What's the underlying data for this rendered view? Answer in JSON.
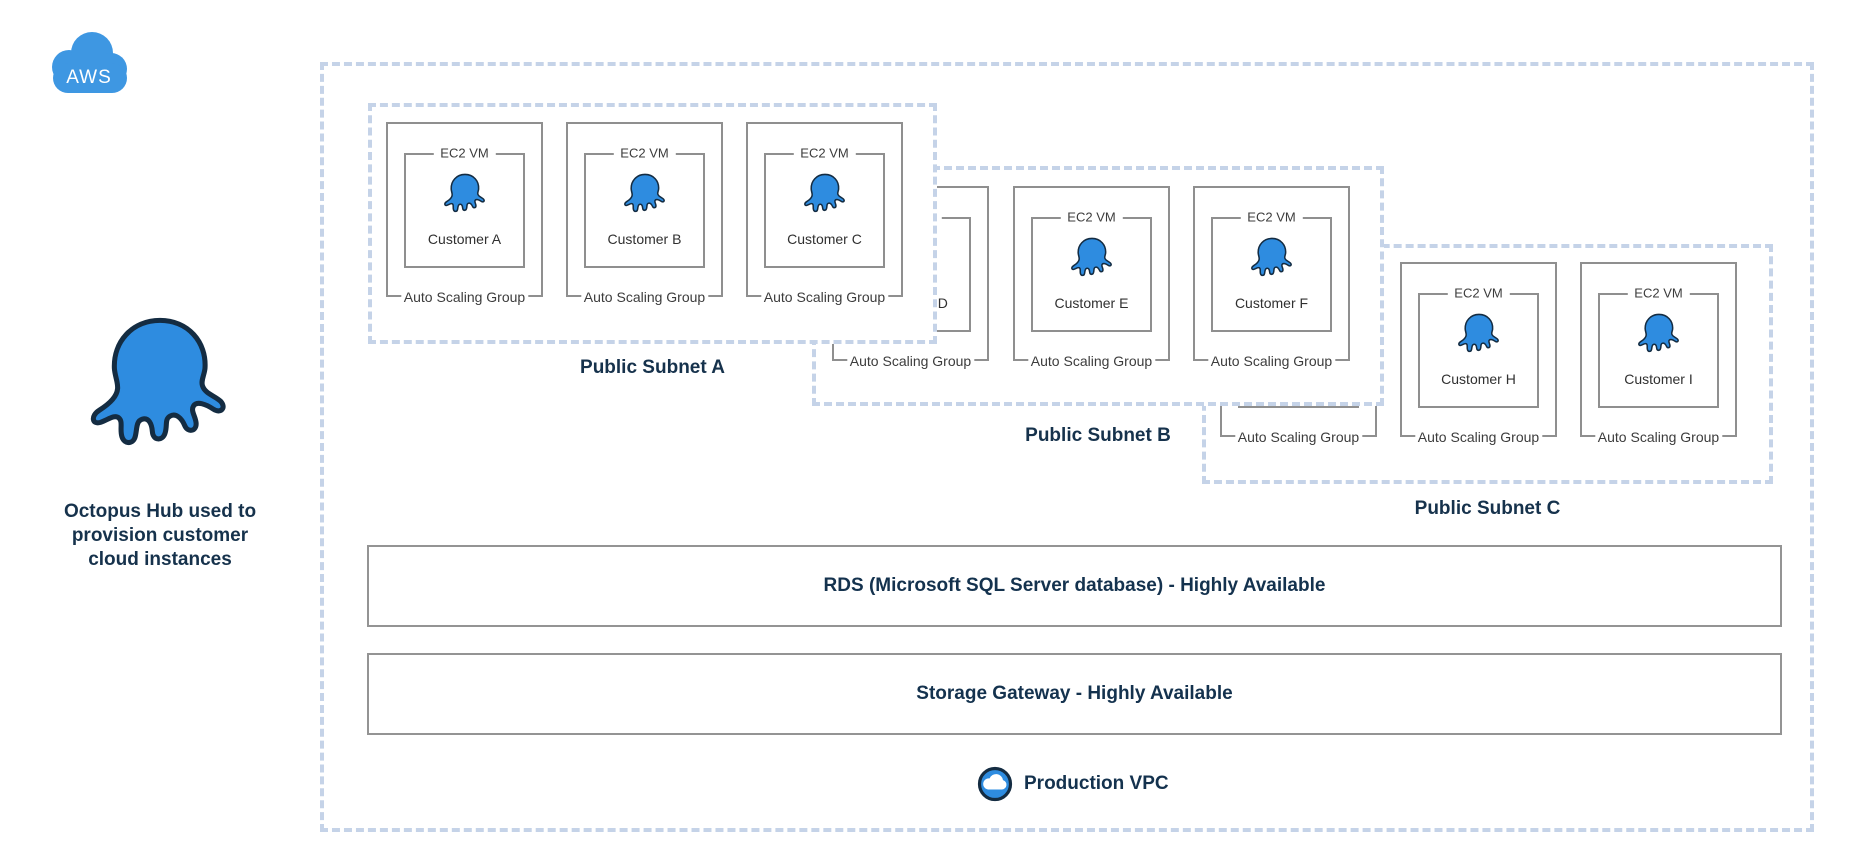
{
  "colors": {
    "octopus_blue": "#2e8ce0",
    "outline_navy": "#142c42",
    "heading_navy": "#16324c",
    "dash_blue": "#c5d3e8",
    "border_gray": "#8f8f8f",
    "label_gray": "#3c3c3c",
    "aws_blue": "#3e97e2"
  },
  "aws_badge": {
    "label": "AWS"
  },
  "hub": {
    "caption": [
      "Octopus Hub used to",
      "provision customer",
      "cloud instances"
    ]
  },
  "labels": {
    "ec2_vm": "EC2 VM",
    "auto_scaling_group": "Auto Scaling Group"
  },
  "vpc": {
    "label": "Production VPC",
    "subnets": [
      {
        "label": "Public Subnet A",
        "customers": [
          "Customer A",
          "Customer B",
          "Customer C"
        ]
      },
      {
        "label": "Public Subnet B",
        "customers": [
          "Customer D",
          "Customer E",
          "Customer F"
        ]
      },
      {
        "label": "Public Subnet C",
        "customers": [
          "",
          "Customer H",
          "Customer I"
        ]
      }
    ],
    "services": [
      {
        "label": "RDS (Microsoft SQL Server database) - Highly Available"
      },
      {
        "label": "Storage Gateway - Highly Available"
      }
    ]
  }
}
